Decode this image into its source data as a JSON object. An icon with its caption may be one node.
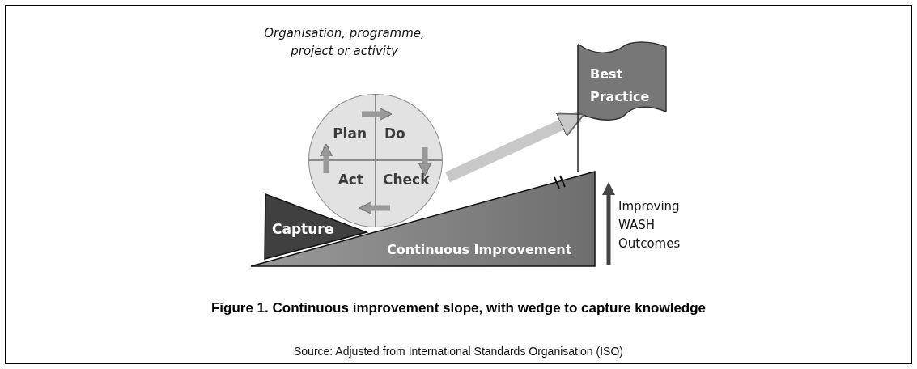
{
  "diagram": {
    "caption": "Figure 1. Continuous improvement slope, with wedge to capture knowledge",
    "nodes": [
      {
        "text": [
          "Organisation, programme, project or activity"
        ]
      },
      {
        "text": [
          "Plan"
        ],
        "in": 0
      },
      {
        "text": [
          "Do"
        ],
        "in": 0
      },
      {
        "text": [
          "Check"
        ],
        "in": 0
      },
      {
        "text": [
          "Act"
        ],
        "in": 0
      },
      {
        "text": [
          "Capture"
        ]
      },
      {
        "text": [
          "Continuous Improvement"
        ]
      },
      {
        "text": [
          "Best Practice"
        ]
      }
    ],
    "edges": [
      {
        "from": 1,
        "to": 2,
        "arrow": "to"
      },
      {
        "from": 2,
        "to": 3,
        "arrow": "to"
      },
      {
        "from": 3,
        "to": 4,
        "arrow": "to"
      },
      {
        "from": 4,
        "to": 1,
        "arrow": "to"
      },
      {
        "from": 0,
        "to": 7,
        "arrow": "to",
        "style": "thick",
        "color": "#c8c8c8"
      },
      {
        "from": 6,
        "to": 7,
        "arrow": "none",
        "color": "#222222"
      }
    ],
    "labels": [
      "Improving WASH Outcomes",
      "Source: Adjusted from International Standards Organisation (ISO)"
    ]
  }
}
